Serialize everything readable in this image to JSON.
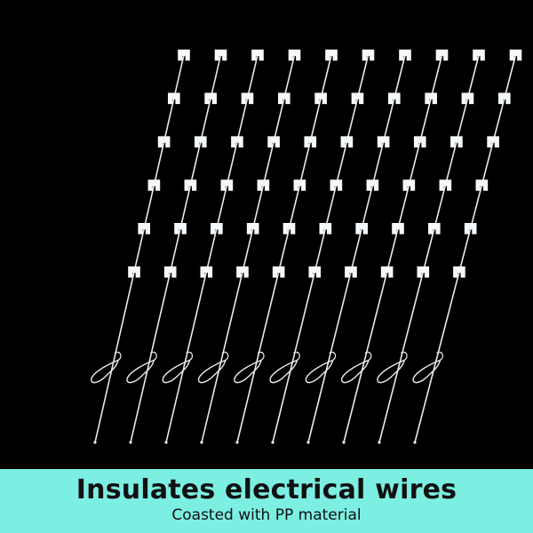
{
  "photo": {
    "subject": "fence-post-icon",
    "background_color": "#000000",
    "post_color": "#e6ecef",
    "insulator_color": "#f4f8fa",
    "post_count": 10,
    "insulators_per_post": 6
  },
  "caption": {
    "title": "Insulates electrical wires",
    "subtitle": "Coasted with PP material",
    "background_color": "#7ceee2",
    "text_color": "#111111"
  }
}
